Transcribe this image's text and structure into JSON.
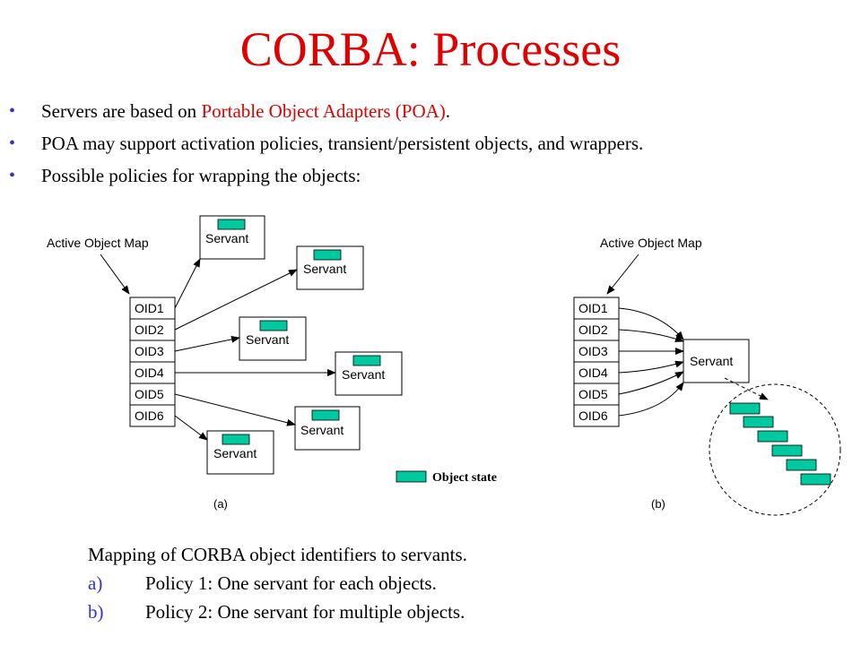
{
  "title": "CORBA: Processes",
  "bullets": [
    {
      "pre": "Servers are based on ",
      "hl": "Portable Object Adapters (POA)",
      "post": "."
    },
    {
      "pre": "POA may support activation policies,  transient/persistent objects, and wrappers.",
      "hl": "",
      "post": ""
    },
    {
      "pre": "Possible policies for wrapping the objects:",
      "hl": "",
      "post": ""
    }
  ],
  "diagram": {
    "map_label": "Active Object Map",
    "oids": [
      "OID1",
      "OID2",
      "OID3",
      "OID4",
      "OID5",
      "OID6"
    ],
    "servant_label": "Servant",
    "legend_label": "Object state",
    "label_a": "(a)",
    "label_b": "(b)"
  },
  "caption": {
    "intro": "Mapping of CORBA object identifiers to servants.",
    "items": [
      {
        "marker": "a)",
        "text": "Policy 1: One servant for each objects."
      },
      {
        "marker": "b)",
        "text": "Policy 2: One servant for multiple objects."
      }
    ]
  },
  "colors": {
    "title": "#e00000",
    "bullet": "#3333cc",
    "object_state": "#00c9a0"
  }
}
